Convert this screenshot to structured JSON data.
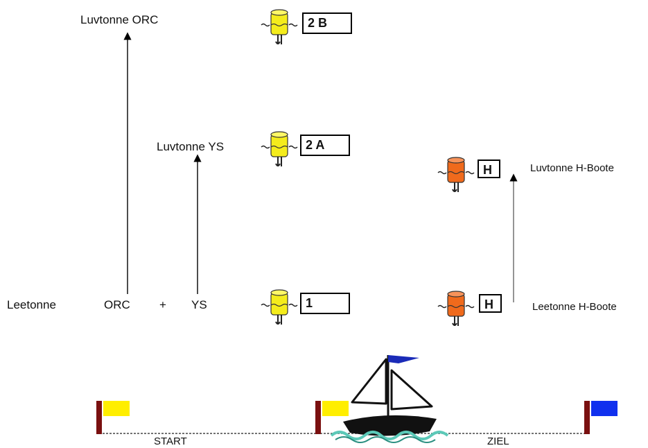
{
  "labels": {
    "luv_orc": "Luvtonne ORC",
    "luv_ys": "Luvtonne YS",
    "luv_h": "Luvtonne H-Boote",
    "leetonne": "Leetonne",
    "orc": "ORC",
    "plus": "+",
    "ys": "YS",
    "lee_h": "Leetonne H-Boote",
    "start": "START",
    "ziel": "ZIEL"
  },
  "marks": {
    "mark_2b": "2 B",
    "mark_2a": "2 A",
    "mark_1": "1",
    "mark_h_top": "H",
    "mark_h_bottom": "H"
  },
  "colors": {
    "yellow_buoy": "#f4ec1c",
    "orange_buoy": "#f06a1c",
    "flag_pole": "#7a1010",
    "flag_yellow": "#ffee00",
    "flag_blue": "#1030ee",
    "boat_hull": "#111111",
    "boat_flag": "#1a2bb8",
    "water": "#5cc9b8"
  },
  "icons": [
    "yellow-buoy-icon",
    "orange-buoy-icon",
    "flag-icon",
    "sailboat-icon"
  ]
}
